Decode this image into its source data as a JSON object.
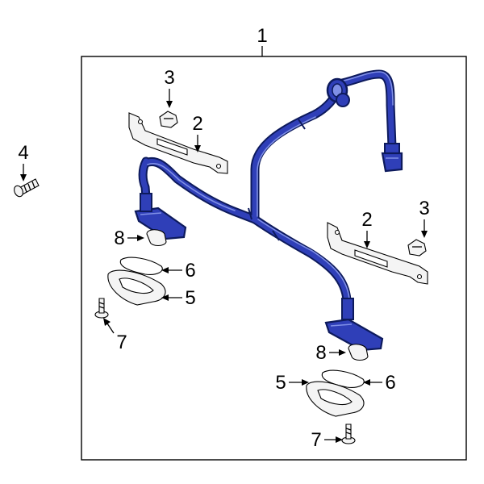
{
  "diagram": {
    "callouts": {
      "c1": "1",
      "c2a": "2",
      "c2b": "2",
      "c3a": "3",
      "c3b": "3",
      "c4": "4",
      "c5a": "5",
      "c5b": "5",
      "c6a": "6",
      "c6b": "6",
      "c7a": "7",
      "c7b": "7",
      "c8a": "8",
      "c8b": "8"
    },
    "colors": {
      "harness_outline": "#0d1a5c",
      "harness_fill": "#2f3fb8",
      "harness_highlight": "#7f8fe6",
      "frame": "#000000",
      "background": "#ffffff"
    }
  }
}
